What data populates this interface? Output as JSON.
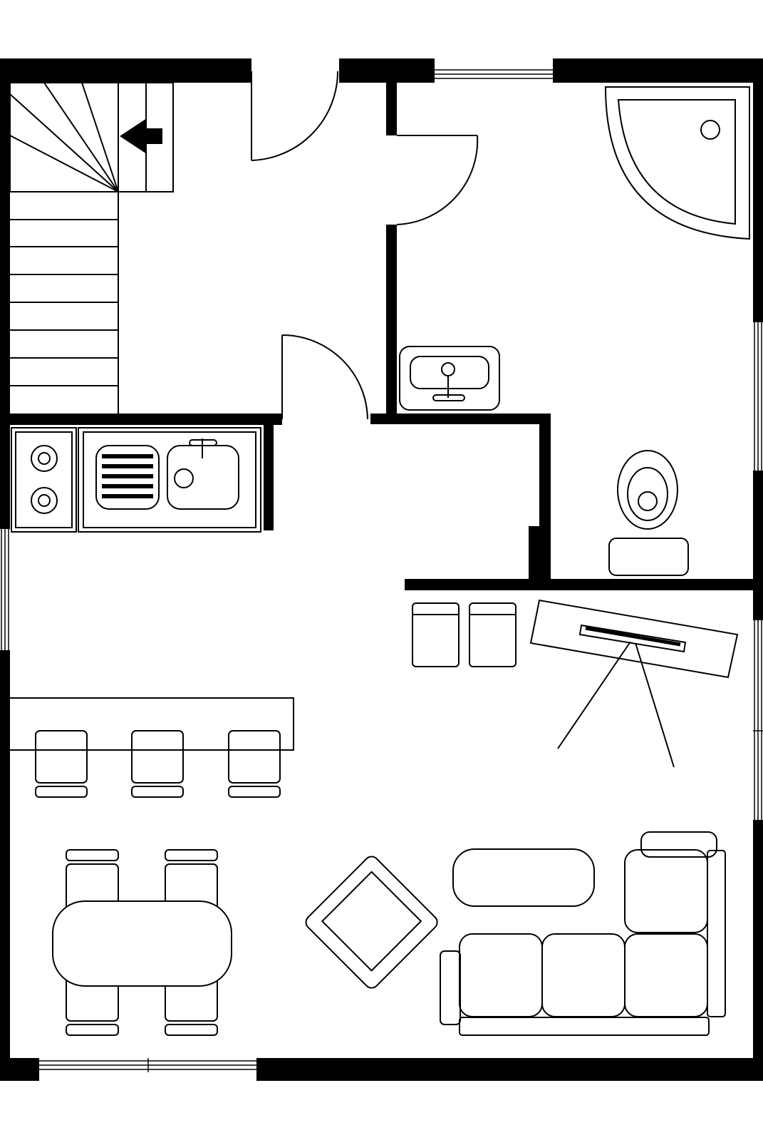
{
  "plan": {
    "rooms": [
      "stair-hall",
      "bathroom",
      "kitchen",
      "living-dining"
    ],
    "colors": {
      "wall": "#000000",
      "fill": "#ffffff",
      "line": "#000000"
    },
    "icons": [
      "stairs-arrow-icon",
      "shower-icon",
      "washbasin-icon",
      "toilet-icon",
      "stove-icon",
      "sink-icon",
      "tv-stand-icon",
      "sofa-icon",
      "armchair-icon",
      "dining-table-icon"
    ]
  }
}
